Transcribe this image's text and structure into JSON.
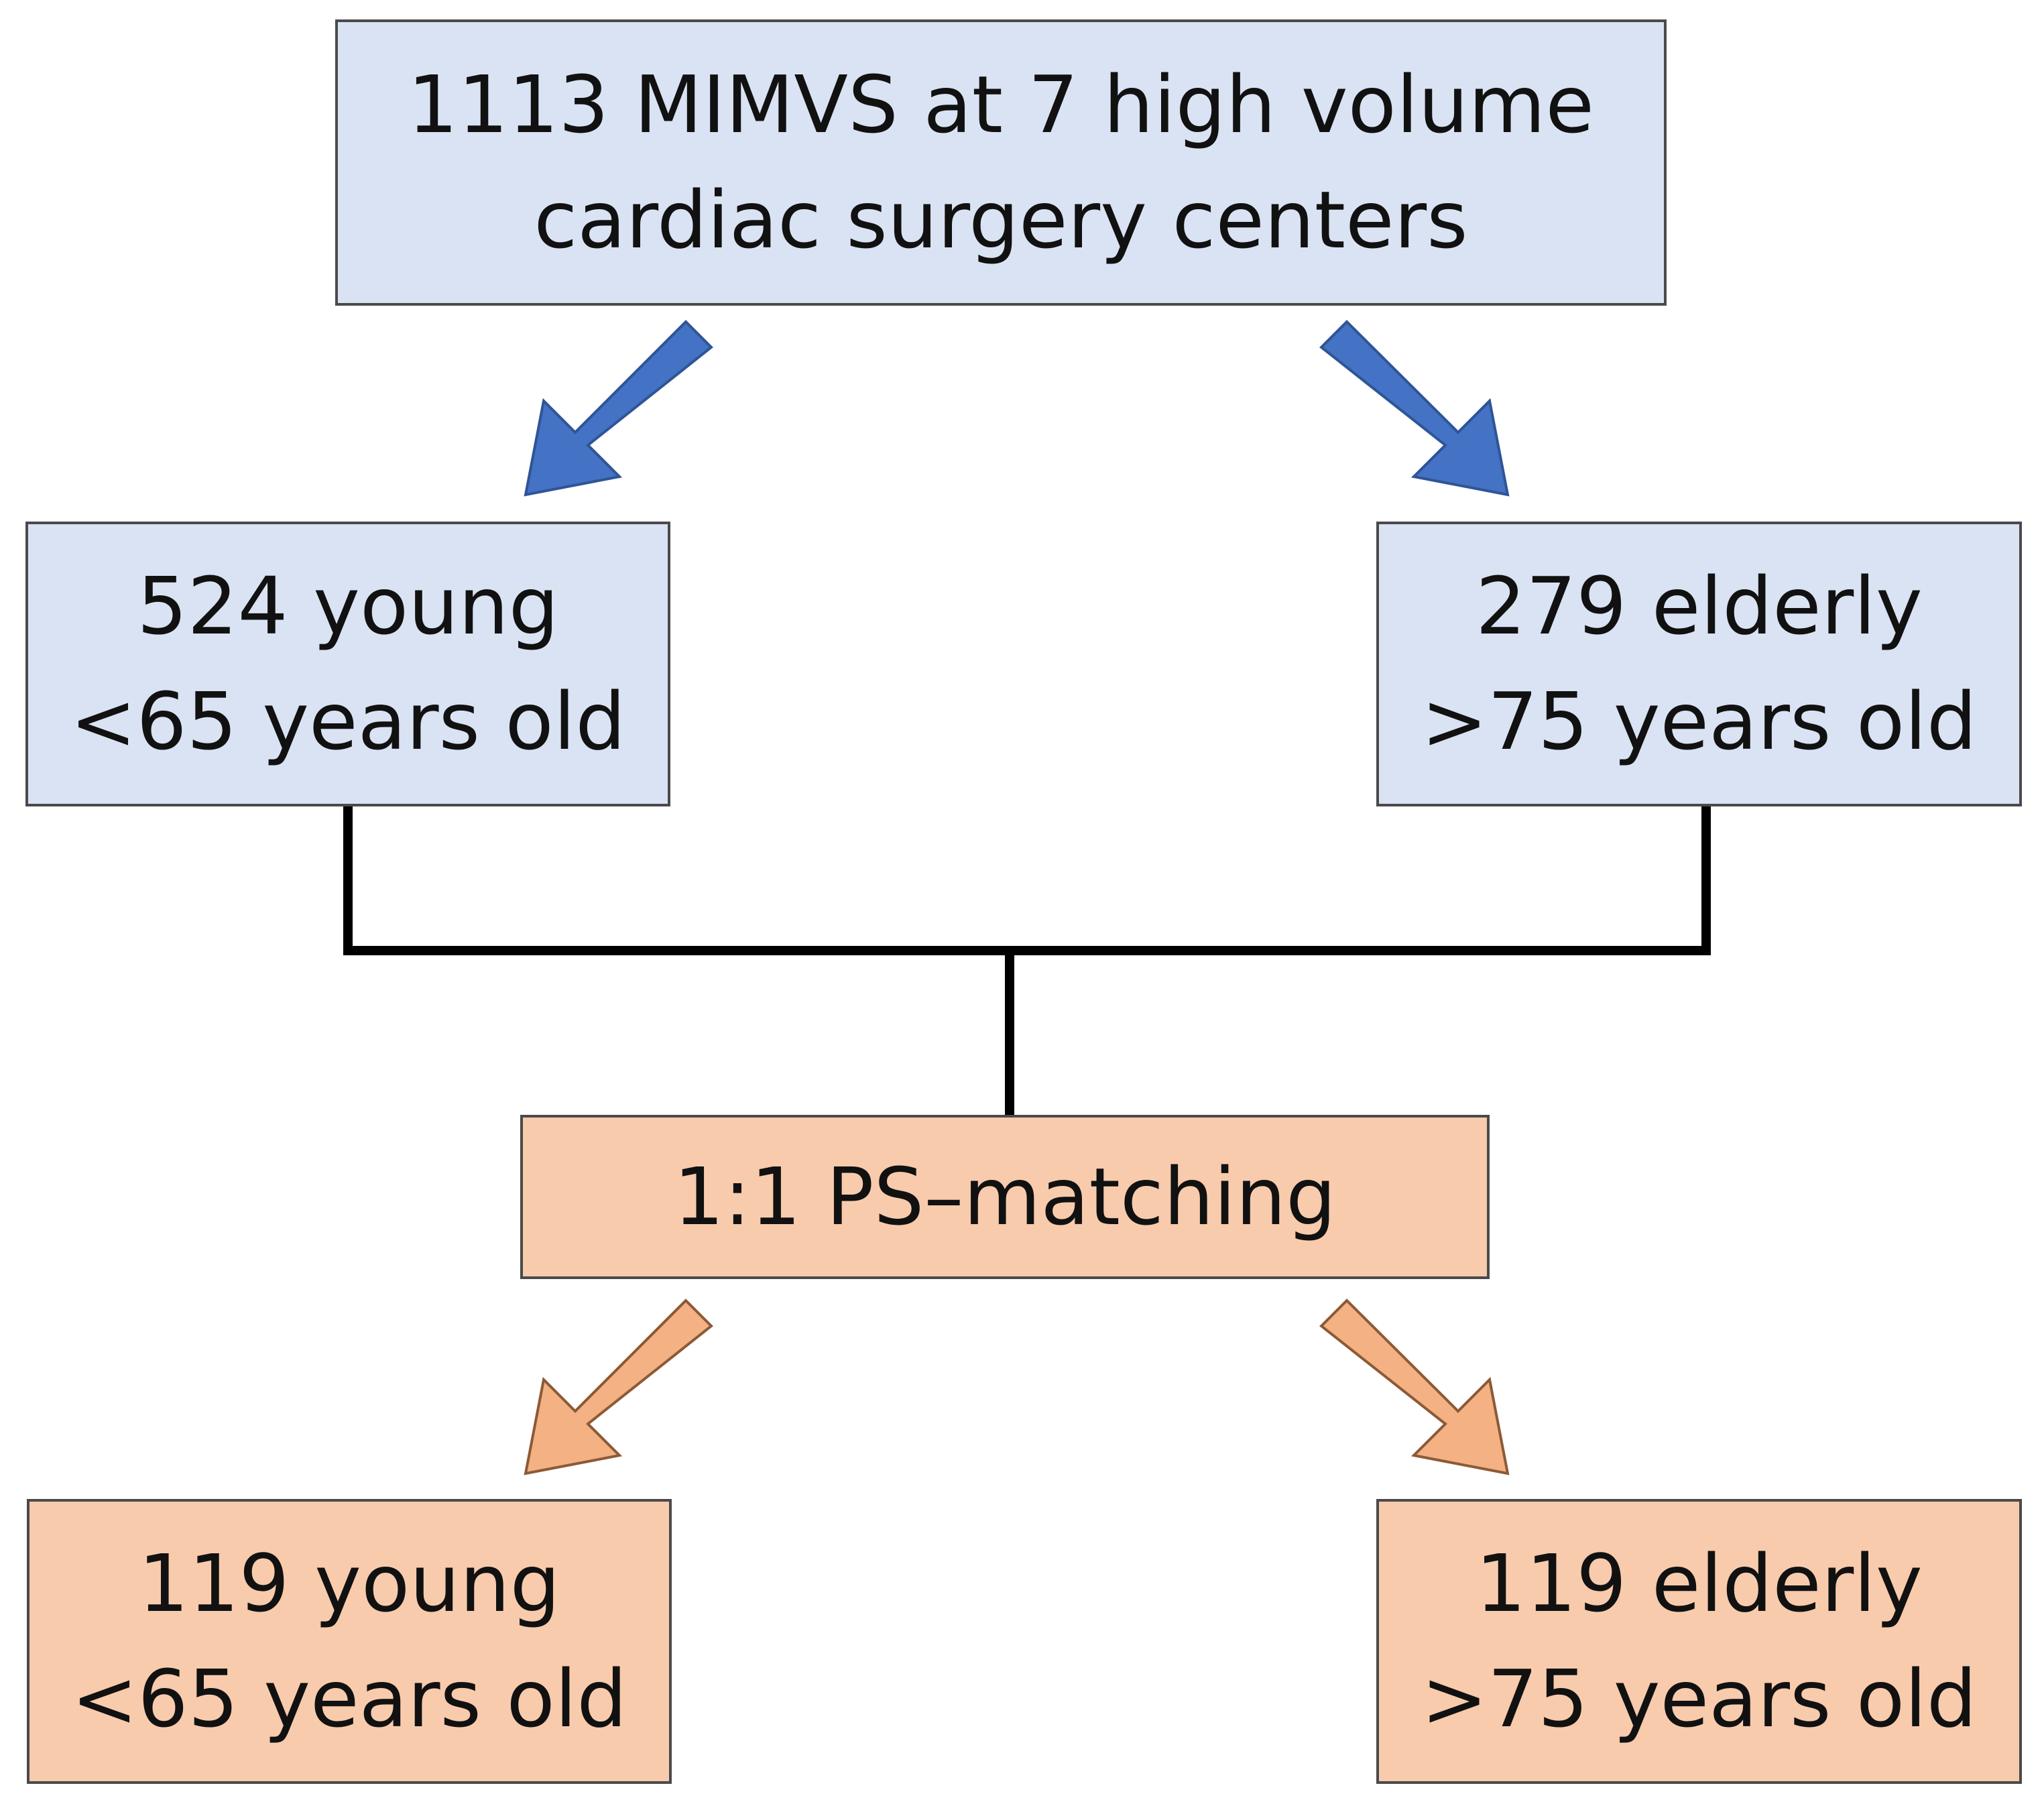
{
  "colors": {
    "blue_box": "#dae3f3",
    "orange_box": "#f8cbad",
    "blue_arrow": "#4472c4",
    "orange_arrow": "#f4b183",
    "connector": "#000000",
    "border": "#4a4a4a"
  },
  "nodes": {
    "top": {
      "line1": "1113 MIMVS at 7 high volume",
      "line2": "cardiac surgery centers"
    },
    "young": {
      "line1": "524 young",
      "line2": "<65 years old"
    },
    "elderly": {
      "line1": "279 elderly",
      "line2": ">75 years old"
    },
    "matching": {
      "line1": "1:1 PS–matching"
    },
    "young_matched": {
      "line1": "119 young",
      "line2": "<65 years old"
    },
    "elderly_matched": {
      "line1": "119 elderly",
      "line2": ">75 years old"
    }
  },
  "edges": [
    {
      "from": "top",
      "to": "young",
      "style": "blue-arrow"
    },
    {
      "from": "top",
      "to": "elderly",
      "style": "blue-arrow"
    },
    {
      "from": "young",
      "to": "matching",
      "style": "line"
    },
    {
      "from": "elderly",
      "to": "matching",
      "style": "line"
    },
    {
      "from": "matching",
      "to": "young_matched",
      "style": "orange-arrow"
    },
    {
      "from": "matching",
      "to": "elderly_matched",
      "style": "orange-arrow"
    }
  ]
}
